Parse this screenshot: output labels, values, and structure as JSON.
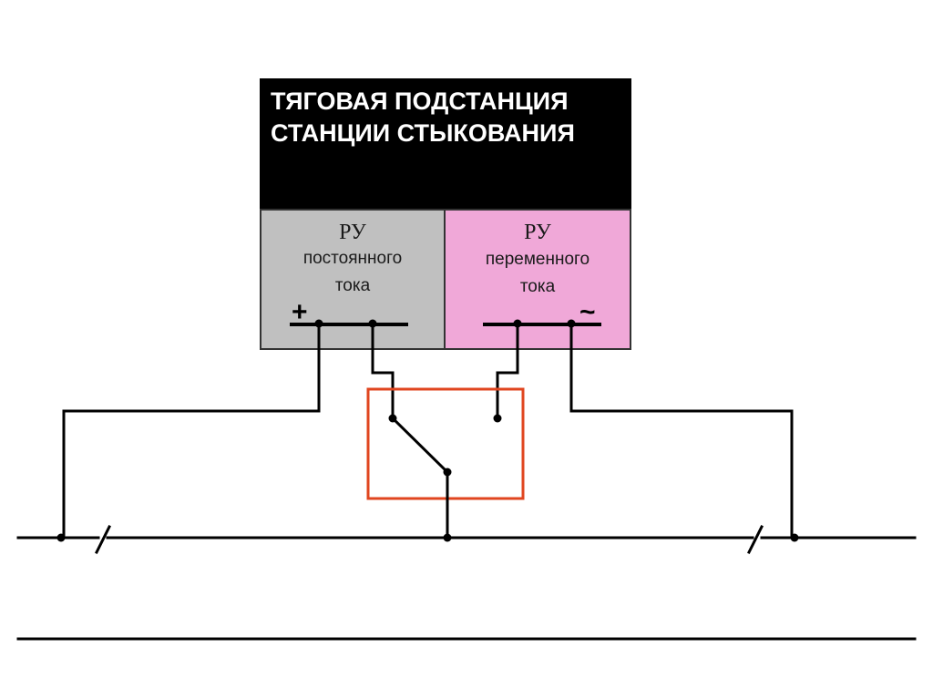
{
  "substation": {
    "title_line1": "ТЯГОВАЯ ПОДСТАНЦИЯ",
    "title_line2": "СТАНЦИИ СТЫКОВАНИЯ",
    "title_bg": "#000000",
    "title_color": "#ffffff"
  },
  "dc_switchgear": {
    "line1": "РУ",
    "line2": "постоянного",
    "line3": "тока",
    "polarity": "+",
    "color": "#c0c0c0"
  },
  "ac_switchgear": {
    "line1": "РУ",
    "line2": "переменного",
    "line3": "тока",
    "polarity": "~",
    "color": "#f0a8d8"
  },
  "switch_box": {
    "border_color": "#e0451f"
  }
}
